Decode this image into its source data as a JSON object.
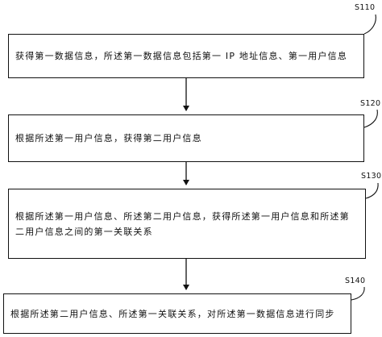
{
  "steps": [
    {
      "id": "S110",
      "text": "获得第一数据信息，所述第一数据信息包括第一 IP 地址信息、第一用户信息"
    },
    {
      "id": "S120",
      "text": "根据所述第一用户信息，获得第二用户信息"
    },
    {
      "id": "S130",
      "text": "根据所述第一用户信息、所述第二用户信息，获得所述第一用户信息和所述第二用户信息之间的第一关联关系"
    },
    {
      "id": "S140",
      "text": "根据所述第二用户信息、所述第一关联关系，对所述第一数据信息进行同步"
    }
  ]
}
